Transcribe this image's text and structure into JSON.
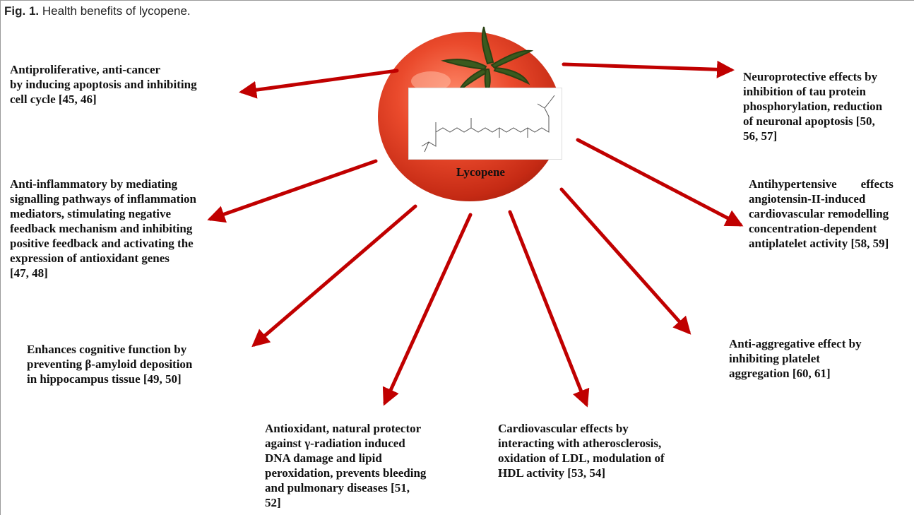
{
  "caption": {
    "fig_label": "Fig. 1.",
    "text": " Health benefits of lycopene."
  },
  "center": {
    "name": "Lycopene"
  },
  "benefits": [
    {
      "id": "antiproliferative",
      "text": "Antiproliferative, anti-cancer\n by inducing apoptosis and inhibiting\ncell cycle [45, 46]"
    },
    {
      "id": "anti-inflammatory",
      "text": "Anti-inflammatory by mediating\nsignalling pathways of inflammation\nmediators, stimulating negative\nfeedback mechanism and inhibiting\npositive feedback and activating the\nexpression of antioxidant genes\n[47, 48]"
    },
    {
      "id": "cognitive",
      "text": "Enhances cognitive function by\npreventing β-amyloid deposition\nin hippocampus tissue  [49, 50]"
    },
    {
      "id": "antioxidant",
      "text": "Antioxidant, natural protector\nagainst γ-radiation induced\nDNA damage and lipid\nperoxidation, prevents bleeding\nand pulmonary diseases  [51,\n52]"
    },
    {
      "id": "cardiovascular",
      "text": "Cardiovascular effects by\ninteracting with atherosclerosis,\noxidation of LDL, modulation of\nHDL activity [53, 54]"
    },
    {
      "id": "anti-aggregative",
      "text": "Anti-aggregative effect by\ninhibiting platelet\naggregation [60, 61]"
    },
    {
      "id": "antihypertensive",
      "text": "Antihypertensive        effects\nangiotensin-II-induced\ncardiovascular remodelling\nconcentration-dependent\nantiplatelet activity [58, 59]"
    },
    {
      "id": "neuroprotective",
      "text": "Neuroprotective effects by\ninhibition of tau protein\nphosphorylation, reduction\nof neuronal apoptosis [50,\n56, 57]"
    }
  ],
  "colors": {
    "arrow": "#c00000",
    "tomato": "#e8462a",
    "stem": "#3a5a1e"
  }
}
